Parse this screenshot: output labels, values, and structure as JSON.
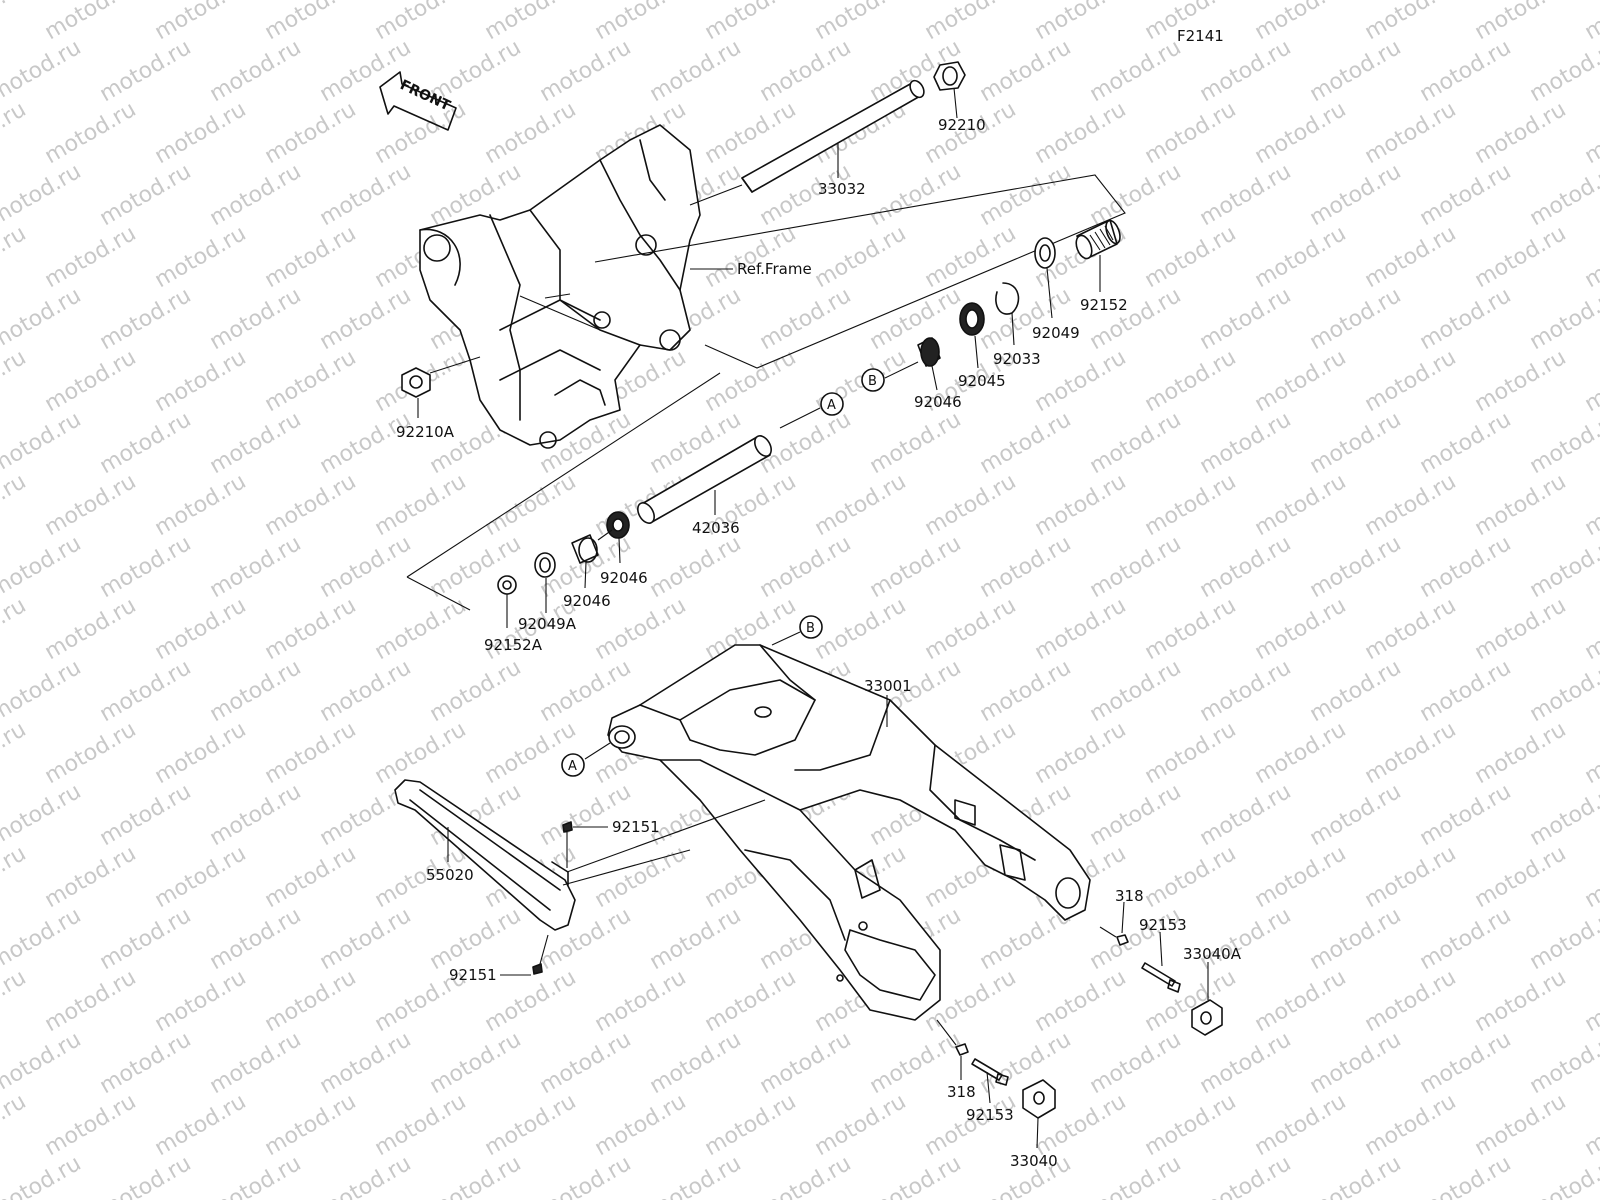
{
  "diagram": {
    "figure_id": "F2141",
    "front_label": "FRONT",
    "watermark": "motod.ru",
    "ref_label": "Ref.Frame",
    "ref_markers": [
      "A",
      "B"
    ],
    "parts": {
      "p92210": "92210",
      "p33032": "33032",
      "p92152": "92152",
      "p92049": "92049",
      "p92033": "92033",
      "p92045": "92045",
      "p92046_right": "92046",
      "p92210A": "92210A",
      "p42036": "42036",
      "p92046_a": "92046",
      "p92046_b": "92046",
      "p92049A": "92049A",
      "p92152A": "92152A",
      "p33001": "33001",
      "p92151_top": "92151",
      "p55020": "55020",
      "p92151_bottom": "92151",
      "p318_right": "318",
      "p92153_right": "92153",
      "p33040A": "33040A",
      "p318_bottom": "318",
      "p92153_bottom": "92153",
      "p33040": "33040"
    }
  }
}
